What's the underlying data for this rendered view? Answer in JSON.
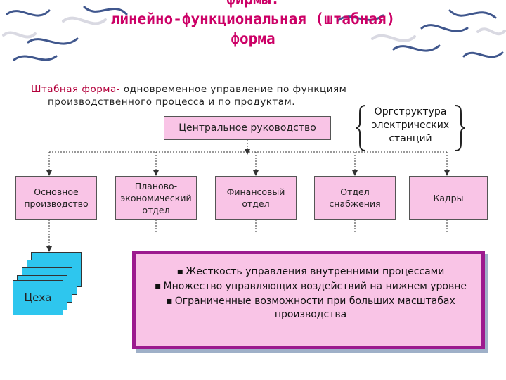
{
  "title": {
    "line0": "фирмы:",
    "line1": "линейно-функциональная (штабная)",
    "line2": "форма"
  },
  "intro": {
    "term": "Штабная форма-",
    "line1": " одновременное управление по функциям",
    "line2": "производственного процесса и по продуктам."
  },
  "central": "Центральное руководство",
  "org_note": [
    "Оргструктура",
    "электрических",
    "станций"
  ],
  "departments": [
    "Основное производство",
    "Планово-экономический отдел",
    "Финансовый отдел",
    "Отдел снабжения",
    "Кадры"
  ],
  "workshops": "Цеха",
  "notes": [
    "Жесткость управления внутренними процессами",
    "Множество управляющих воздействий на нижнем уровне",
    "Ограниченные возможности при больших масштабах производства"
  ],
  "colors": {
    "title": "#cc0066",
    "box": "#f9c4e6",
    "notes_border": "#9c1a8e",
    "workshops": "#2ec6ee"
  }
}
